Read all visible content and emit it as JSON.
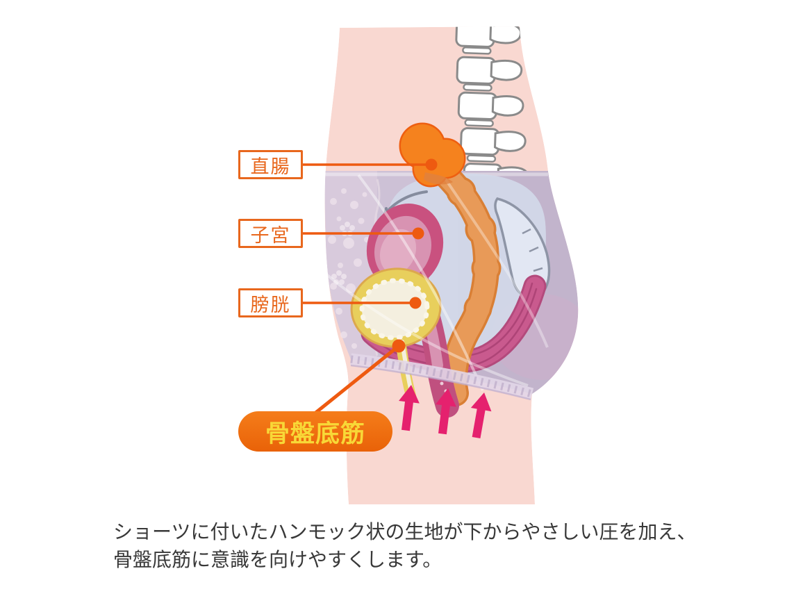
{
  "diagram": {
    "title_semantic": "pelvic-floor-anatomy-diagram",
    "labels": [
      {
        "id": "rectum",
        "text": "直腸"
      },
      {
        "id": "uterus",
        "text": "子宮"
      },
      {
        "id": "bladder",
        "text": "膀胱"
      }
    ],
    "badge": {
      "text": "骨盤底筋"
    },
    "caption": {
      "line1": "ショーツに付いたハンモック状の生地が下からやさしい圧を加え、",
      "line2": "骨盤底筋に意識を向けやすくします。"
    },
    "icons": {
      "pressure_arrows": {
        "name": "up-arrow",
        "count": 3,
        "direction": "up"
      }
    }
  },
  "colors": {
    "label_box_orange": "#e8671d",
    "connector_orange": "#ee5a10",
    "badge_orange": "#ee6c10",
    "badge_text_yellow": "#f8d837",
    "arrow_pink": "#e5216e",
    "skin_pink": "#f9d8d1",
    "shorts_lavender": "#cdc1d6",
    "uterus_pink": "#c9517f",
    "uterus_inner_pink": "#d893b2",
    "bladder_yellow": "#e8cf5c",
    "bladder_inner_cream": "#f4efdf",
    "colon_orange": "#e89a58",
    "sigmoid_orange": "#f5821e",
    "sigmoid_outline": "#ee5f11",
    "pelvic_floor_magenta": "#c95a8e",
    "bone_outline_gray": "#8a8a8a",
    "sacrum_blue": "#e2e7f3",
    "caption_gray": "#383838"
  }
}
